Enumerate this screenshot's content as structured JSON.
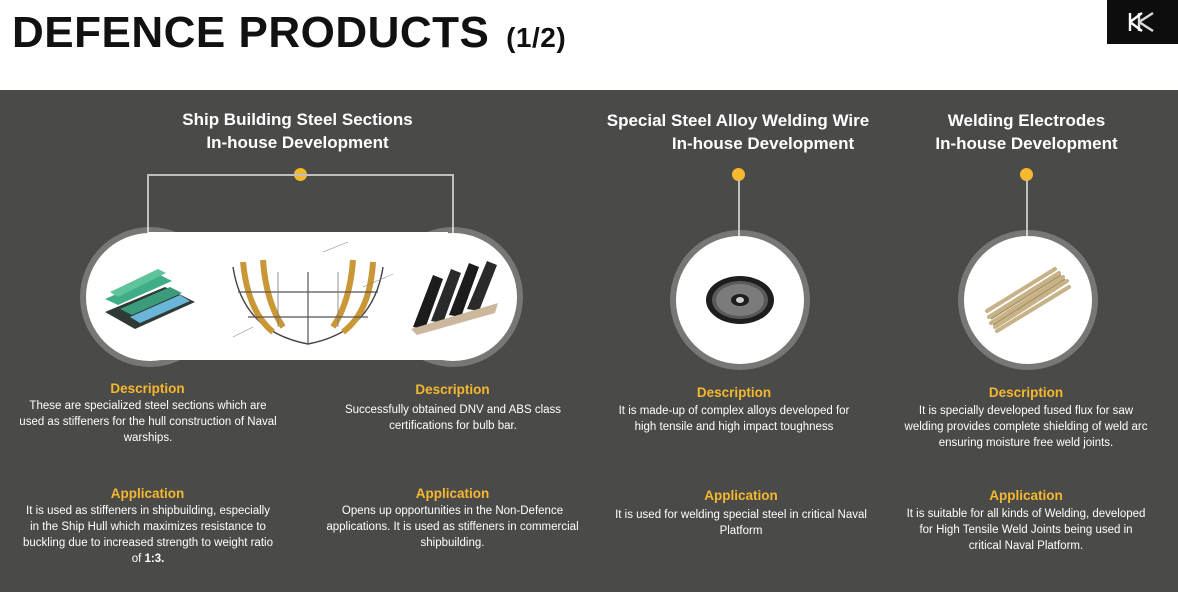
{
  "page": {
    "title": "DEFENCE PRODUCTS",
    "title_suffix": "(1/2)"
  },
  "colors": {
    "panel": "#4a4a49",
    "accent": "#f5b82e",
    "text": "#ffffff"
  },
  "products": [
    {
      "heading_line1": "Ship Building Steel Sections",
      "heading_line2": "In-house Development",
      "image_icons": [
        "bulb-bar-green-icon",
        "ship-hull-diagram",
        "bulb-bar-black-icon"
      ]
    },
    {
      "heading_line1": "Special Steel Alloy Welding Wire",
      "heading_line2": "In-house Development",
      "image_icons": [
        "welding-wire-spool-icon"
      ],
      "description_label": "Description",
      "description": "It is made-up of complex alloys developed for high tensile and high impact toughness",
      "application_label": "Application",
      "application": "It is used for welding special steel in critical Naval Platform"
    },
    {
      "heading_line1": "Welding Electrodes",
      "heading_line2": "In-house Development",
      "image_icons": [
        "welding-electrodes-icon"
      ],
      "description_label": "Description",
      "description": "It is specially developed fused flux for saw welding provides complete shielding of weld arc ensuring moisture free weld joints.",
      "application_label": "Application",
      "application": "It is suitable for all kinds of Welding, developed for High Tensile Weld Joints being used in critical Naval Platform."
    }
  ],
  "ship_sub": [
    {
      "description_label": "Description",
      "description": "These are specialized steel sections which are used as stiffeners for the hull construction of Naval warships.",
      "application_label": "Application",
      "application_main": "It is used as stiffeners in shipbuilding, especially in the Ship Hull which maximizes resistance to buckling due to increased strength to weight ratio of",
      "application_ratio": "1:3."
    },
    {
      "description_label": "Description",
      "description": "Successfully obtained DNV and ABS class certifications for bulb bar.",
      "application_label": "Application",
      "application": "Opens up opportunities in the Non-Defence applications. It is used as stiffeners in commercial shipbuilding."
    }
  ]
}
